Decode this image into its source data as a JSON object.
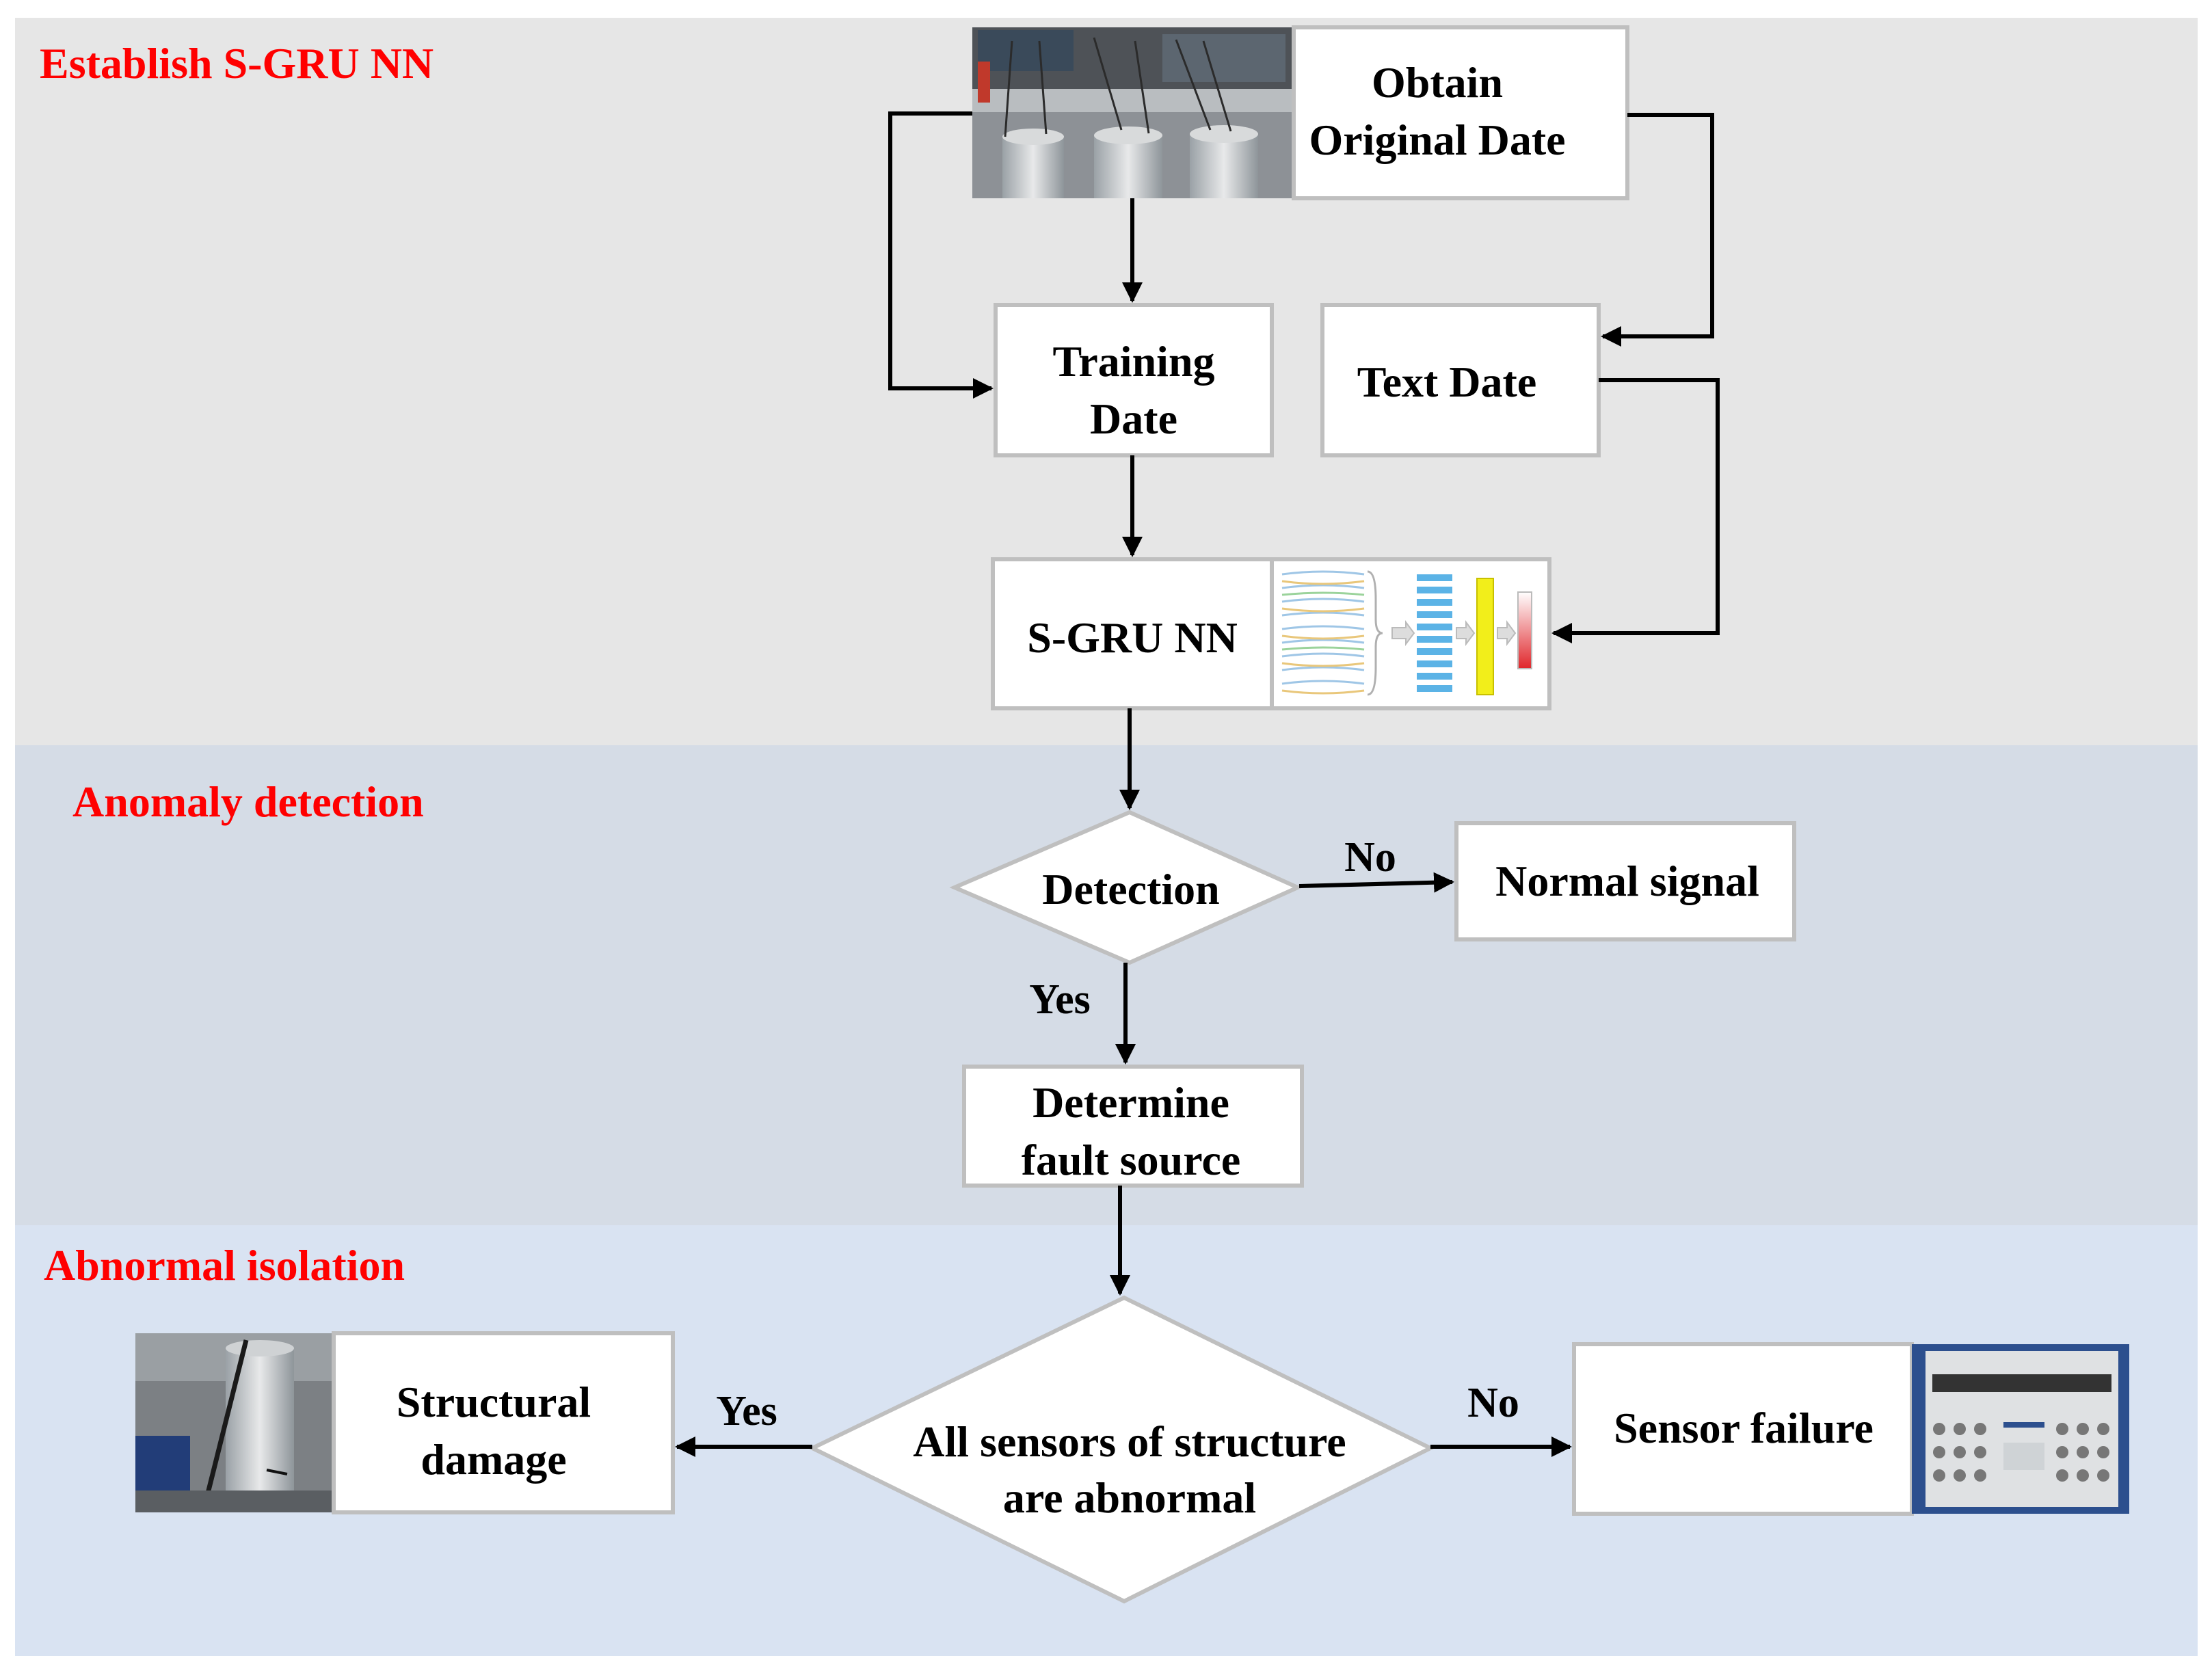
{
  "colors": {
    "band_top": "#e6e6e6",
    "band_middle": "#d5dce6",
    "band_bottom": "#d9e3f2",
    "section_title": "#ff0000",
    "node_border": "#bfbfbf"
  },
  "sections": {
    "establish": "Establish S-GRU NN",
    "detection": "Anomaly detection",
    "isolation": "Abnormal isolation"
  },
  "nodes": {
    "obtain": {
      "line1": "Obtain",
      "line2": "Original Date"
    },
    "training": {
      "line1": "Training",
      "line2": "Date"
    },
    "text_date": {
      "label": "Text Date"
    },
    "sgru": {
      "label": "S-GRU NN"
    },
    "detection": {
      "label": "Detection"
    },
    "normal": {
      "label": "Normal signal"
    },
    "determine": {
      "line1": "Determine",
      "line2": "fault source"
    },
    "all_sensors": {
      "line1": "All sensors of structure",
      "line2": "are abnormal"
    },
    "structural": {
      "line1": "Structural",
      "line2": "damage"
    },
    "sensor_failure": {
      "label": "Sensor failure"
    }
  },
  "edge_labels": {
    "detection_no": "No",
    "detection_yes": "Yes",
    "sensors_yes": "Yes",
    "sensors_no": "No"
  },
  "images": {
    "lab_photo": "photo of test rig with cylinders",
    "network_sketch": "S-GRU network illustration",
    "damage_photo": "photo of damaged cylinder",
    "sensor_photo": "photo of data acquisition device"
  }
}
